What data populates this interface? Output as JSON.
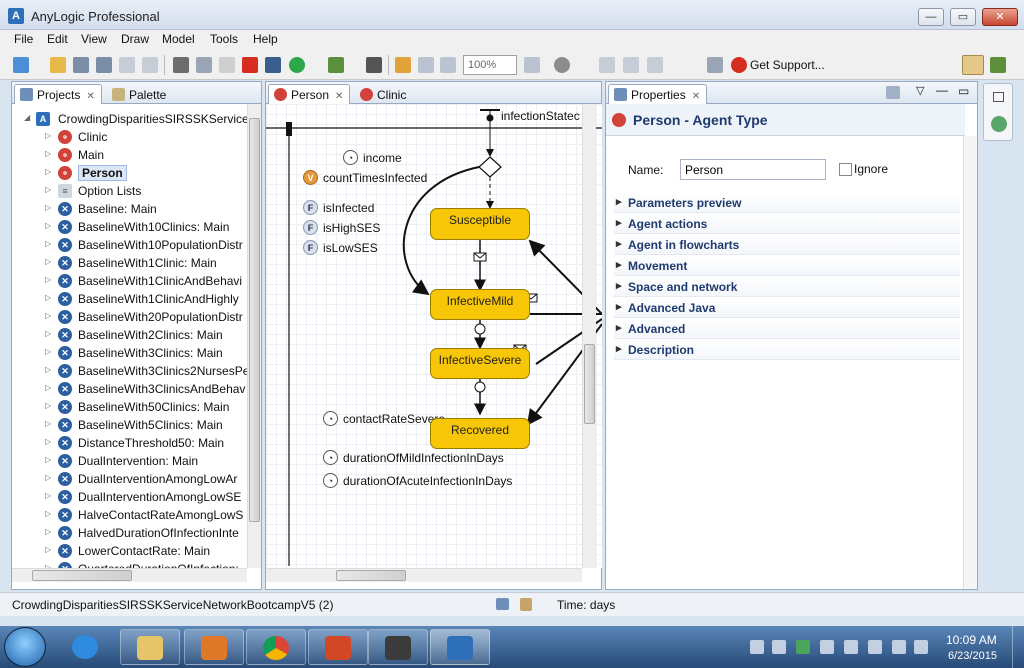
{
  "window": {
    "title": "AnyLogic Professional",
    "app_icon": "A"
  },
  "menu": [
    "File",
    "Edit",
    "View",
    "Draw",
    "Model",
    "Tools",
    "Help"
  ],
  "toolbar": {
    "zoom": "100%",
    "support_label": "Get Support..."
  },
  "left_panel": {
    "tabs": [
      "Projects",
      "Palette"
    ],
    "root": "CrowdingDisparitiesSIRSSKServiceN",
    "items": [
      {
        "label": "Clinic",
        "icon": "agent-icon"
      },
      {
        "label": "Main",
        "icon": "agent-icon"
      },
      {
        "label": "Person",
        "icon": "agent-icon",
        "selected": true
      },
      {
        "label": "Option Lists",
        "icon": "list-icon"
      },
      {
        "label": "Baseline: Main",
        "icon": "experiment-icon"
      },
      {
        "label": "BaselineWith10Clinics: Main",
        "icon": "experiment-icon"
      },
      {
        "label": "BaselineWith10PopulationDistr",
        "icon": "experiment-icon"
      },
      {
        "label": "BaselineWith1Clinic: Main",
        "icon": "experiment-icon"
      },
      {
        "label": "BaselineWith1ClinicAndBehavi",
        "icon": "experiment-icon"
      },
      {
        "label": "BaselineWith1ClinicAndHighly",
        "icon": "experiment-icon"
      },
      {
        "label": "BaselineWith20PopulationDistr",
        "icon": "experiment-icon"
      },
      {
        "label": "BaselineWith2Clinics: Main",
        "icon": "experiment-icon"
      },
      {
        "label": "BaselineWith3Clinics: Main",
        "icon": "experiment-icon"
      },
      {
        "label": "BaselineWith3Clinics2NursesPe",
        "icon": "experiment-icon"
      },
      {
        "label": "BaselineWith3ClinicsAndBehav",
        "icon": "experiment-icon"
      },
      {
        "label": "BaselineWith50Clinics: Main",
        "icon": "experiment-icon"
      },
      {
        "label": "BaselineWith5Clinics: Main",
        "icon": "experiment-icon"
      },
      {
        "label": "DistanceThreshold50: Main",
        "icon": "experiment-icon"
      },
      {
        "label": "DualIntervention: Main",
        "icon": "experiment-icon"
      },
      {
        "label": "DualInterventionAmongLowAr",
        "icon": "experiment-icon"
      },
      {
        "label": "DualInterventionAmongLowSE",
        "icon": "experiment-icon"
      },
      {
        "label": "HalveContactRateAmongLowS",
        "icon": "experiment-icon"
      },
      {
        "label": "HalvedDurationOfInfectionInte",
        "icon": "experiment-icon"
      },
      {
        "label": "LowerContactRate: Main",
        "icon": "experiment-icon"
      },
      {
        "label": "QuarteredDurationOfInfection:",
        "icon": "experiment-icon"
      }
    ]
  },
  "editor": {
    "tabs": [
      "Person",
      "Clinic"
    ],
    "statechart_label": "infectionStatec",
    "elements": {
      "income": "income",
      "countTimesInfected": "countTimesInfected",
      "isInfected": "isInfected",
      "isHighSES": "isHighSES",
      "isLowSES": "isLowSES",
      "contactRateSevere": "contactRateSevere",
      "durationOfMild": "durationOfMildInfectionInDays",
      "durationOfAcute": "durationOfAcuteInfectionInDays"
    },
    "icon_letters": {
      "variable": "V",
      "function": "F"
    },
    "states": [
      "Susceptible",
      "InfectiveMild",
      "InfectiveSevere",
      "Recovered"
    ]
  },
  "properties": {
    "tab": "Properties",
    "heading": "Person - Agent Type",
    "name_label": "Name:",
    "name_value": "Person",
    "ignore_label": "Ignore",
    "sections": [
      "Parameters preview",
      "Agent actions",
      "Agent in flowcharts",
      "Movement",
      "Space and network",
      "Advanced Java",
      "Advanced",
      "Description"
    ]
  },
  "status": {
    "project": "CrowdingDisparitiesSIRSSKServiceNetworkBootcampV5 (2)",
    "time": "Time: days"
  },
  "taskbar": {
    "time": "10:09 AM",
    "date": "6/23/2015"
  }
}
